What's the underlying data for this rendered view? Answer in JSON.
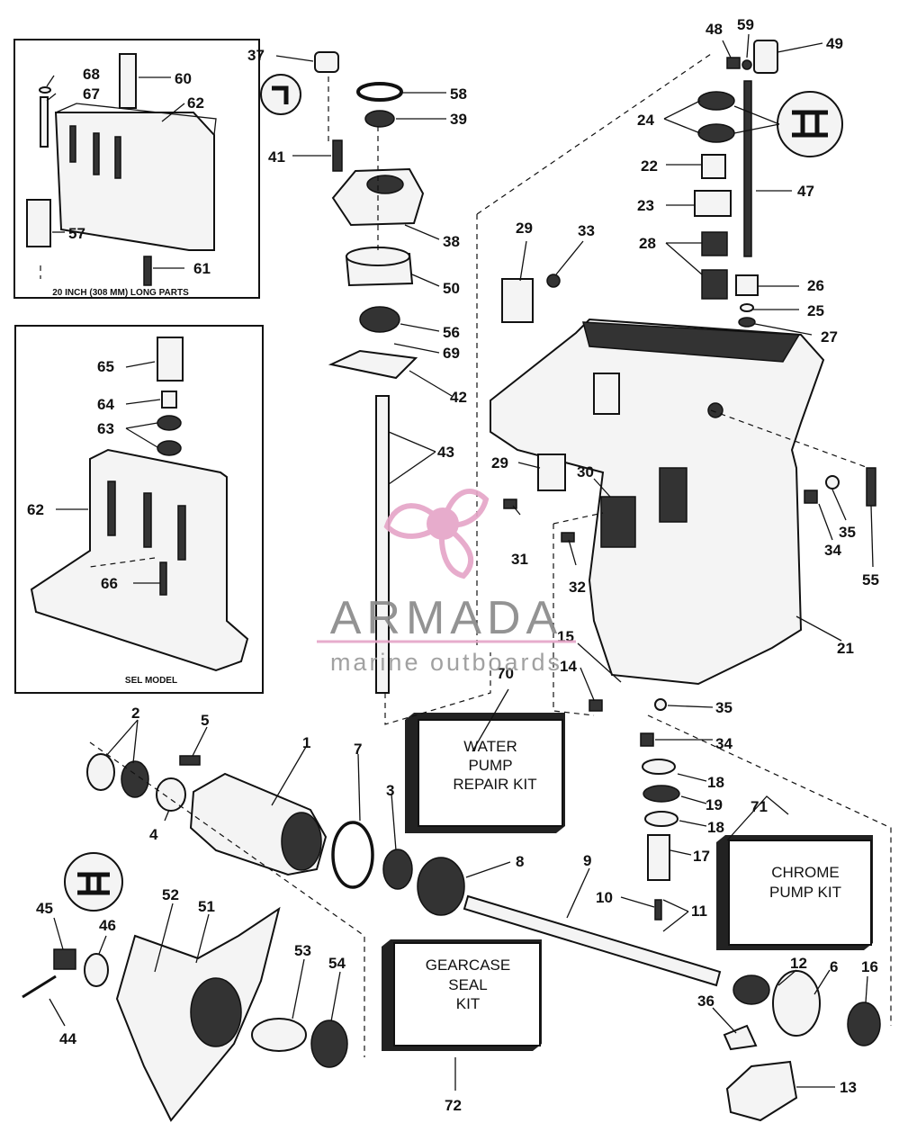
{
  "inset_long": {
    "caption": "20 INCH (308 MM) LONG PARTS"
  },
  "inset_sel": {
    "caption": "SEL MODEL"
  },
  "kits": {
    "water_pump": [
      "WATER",
      "PUMP",
      "REPAIR KIT"
    ],
    "chrome_pump": [
      "CHROME",
      "PUMP KIT"
    ],
    "gearcase_seal": [
      "GEARCASE",
      "SEAL",
      "KIT"
    ]
  },
  "watermark": {
    "brand": "ARMADA",
    "tagline": "marine outboards",
    "color": "#e6a6c8"
  },
  "labels": {
    "l68": "68",
    "l60": "60",
    "l67": "67",
    "l62a": "62",
    "l57": "57",
    "l61": "61",
    "l65": "65",
    "l64": "64",
    "l63": "63",
    "l62b": "62",
    "l66": "66",
    "l37": "37",
    "l58": "58",
    "l39": "39",
    "l41": "41",
    "l38": "38",
    "l50": "50",
    "l56": "56",
    "l69": "69",
    "l42": "42",
    "l43": "43",
    "l48": "48",
    "l59": "59",
    "l49": "49",
    "l24": "24",
    "l22": "22",
    "l47": "47",
    "l23": "23",
    "l28": "28",
    "l29a": "29",
    "l33": "33",
    "l26": "26",
    "l25": "25",
    "l27": "27",
    "l29b": "29",
    "l30": "30",
    "l31": "31",
    "l32": "32",
    "l35a": "35",
    "l34a": "34",
    "l55": "55",
    "l21": "21",
    "l15": "15",
    "l14": "14",
    "l35b": "35",
    "l34b": "34",
    "l70": "70",
    "l2": "2",
    "l5": "5",
    "l1": "1",
    "l7": "7",
    "l3": "3",
    "l4": "4",
    "l8": "8",
    "l9": "9",
    "l18a": "18",
    "l19": "19",
    "l18b": "18",
    "l17": "17",
    "l71": "71",
    "l10": "10",
    "l11": "11",
    "l45": "45",
    "l46": "46",
    "l52": "52",
    "l51": "51",
    "l53": "53",
    "l54": "54",
    "l44": "44",
    "l72": "72",
    "l12": "12",
    "l6": "6",
    "l16": "16",
    "l36": "36",
    "l13": "13"
  }
}
